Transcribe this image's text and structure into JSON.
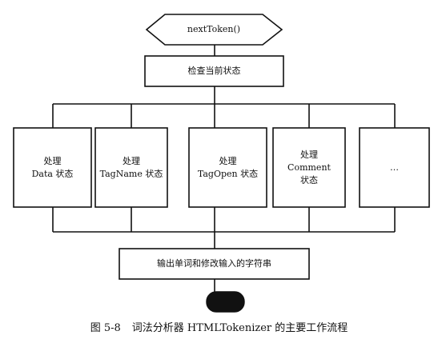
{
  "diagram": {
    "start": "nextToken()",
    "check_state": "检查当前状态",
    "handlers": [
      {
        "line1": "处理",
        "line2": "Data 状态"
      },
      {
        "line1": "处理",
        "line2": "TagName 状态"
      },
      {
        "line1": "处理",
        "line2": "TagOpen 状态"
      },
      {
        "line1": "处理",
        "line2": "Comment",
        "line3": "状态"
      },
      {
        "line1": "…"
      }
    ],
    "output": "输出单词和修改输入的字符串"
  },
  "caption": {
    "number": "图 5-8",
    "text": "词法分析器 HTMLTokenizer 的主要工作流程"
  }
}
